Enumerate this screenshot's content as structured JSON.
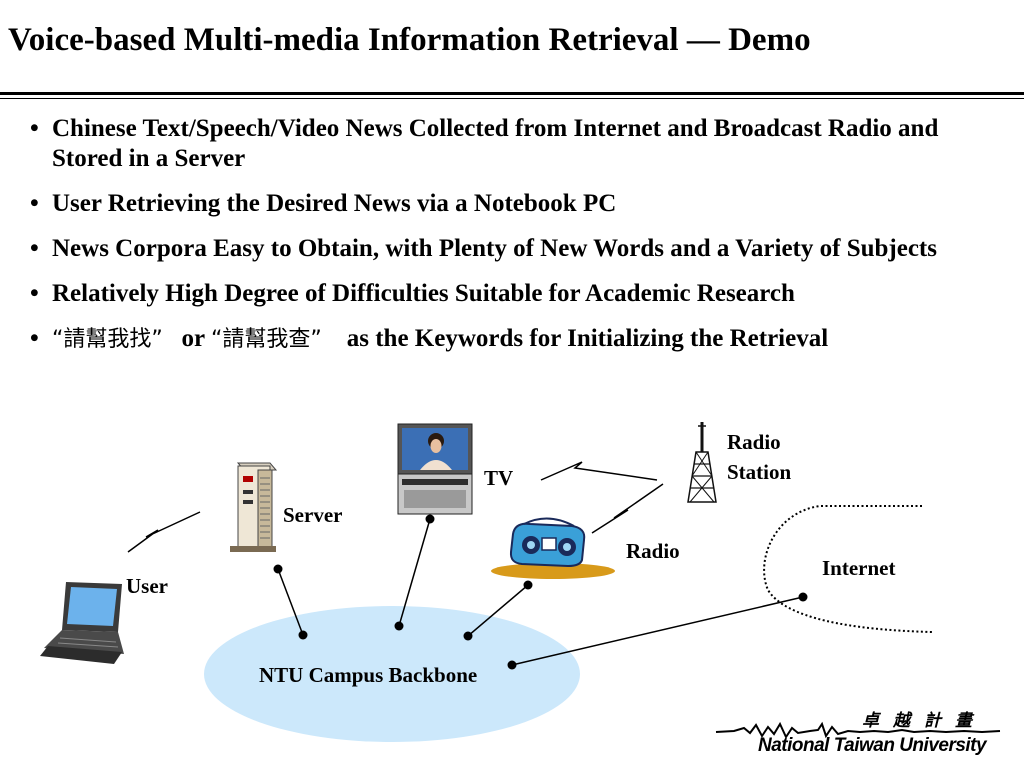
{
  "slide": {
    "title": "Voice-based Multi-media Information Retrieval — Demo"
  },
  "bullets": [
    {
      "text": "Chinese Text/Speech/Video  News Collected from Internet and Broadcast Radio and Stored in a Server"
    },
    {
      "text": "User Retrieving the Desired News via a Notebook PC"
    },
    {
      "text": "News Corpora Easy to Obtain, with Plenty of New Words and a Variety of Subjects"
    },
    {
      "text": "Relatively High Degree of Difficulties Suitable for Academic Research"
    },
    {
      "kw1": "“請幫我找”",
      "or": "or",
      "kw2": "“請幫我查”",
      "rest": "as the Keywords for Initializing the Retrieval"
    }
  ],
  "diagram": {
    "labels": {
      "user": "User",
      "server": "Server",
      "tv": "TV",
      "radio_station_line1": "Radio",
      "radio_station_line2": "Station",
      "radio": "Radio",
      "internet": "Internet",
      "backbone": "NTU Campus Backbone"
    },
    "icons": [
      "laptop-icon",
      "server-tower-icon",
      "tv-icon",
      "radio-tower-icon",
      "boombox-icon"
    ],
    "colors": {
      "backbone": "#cce8fb",
      "tv_screen": "#3b6fb5",
      "boombox": "#3aa0d8"
    }
  },
  "logo": {
    "cjk": "卓越計畫",
    "text": "National Taiwan University"
  }
}
